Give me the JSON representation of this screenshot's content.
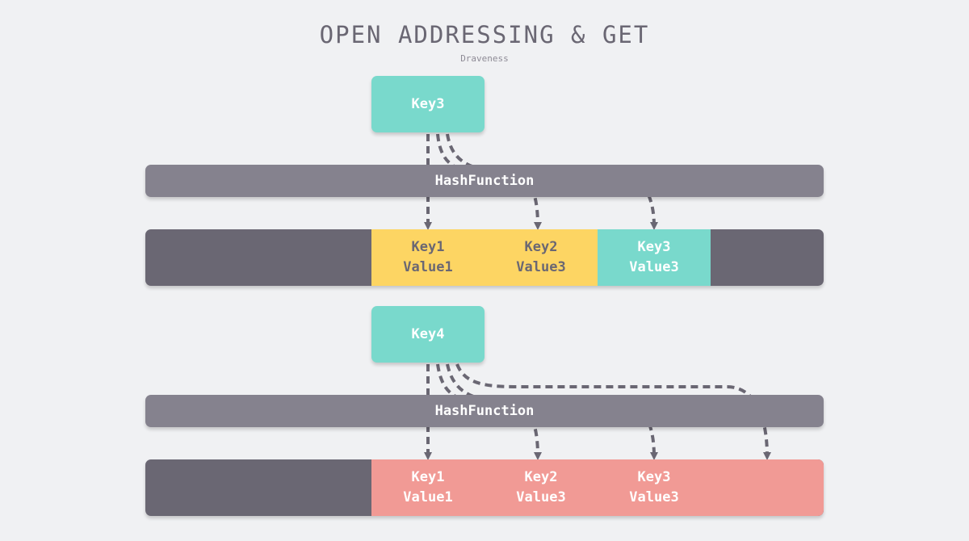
{
  "title": "OPEN ADDRESSING & GET",
  "subtitle": "Draveness",
  "hash_label": "HashFunction",
  "lookup1": {
    "key": "Key3",
    "slots": [
      {
        "key": "Key1",
        "value": "Value1"
      },
      {
        "key": "Key2",
        "value": "Value3"
      },
      {
        "key": "Key3",
        "value": "Value3"
      }
    ]
  },
  "lookup2": {
    "key": "Key4",
    "slots": [
      {
        "key": "Key1",
        "value": "Value1"
      },
      {
        "key": "Key2",
        "value": "Value3"
      },
      {
        "key": "Key3",
        "value": "Value3"
      }
    ]
  },
  "colors": {
    "background": "#f0f1f3",
    "key": "#79d9cc",
    "hash": "#85828e",
    "empty_slot": "#6a6773",
    "occupied": "#fdd563",
    "match": "#79d9cc",
    "miss": "#f19a95",
    "arrow": "#6a6773"
  }
}
